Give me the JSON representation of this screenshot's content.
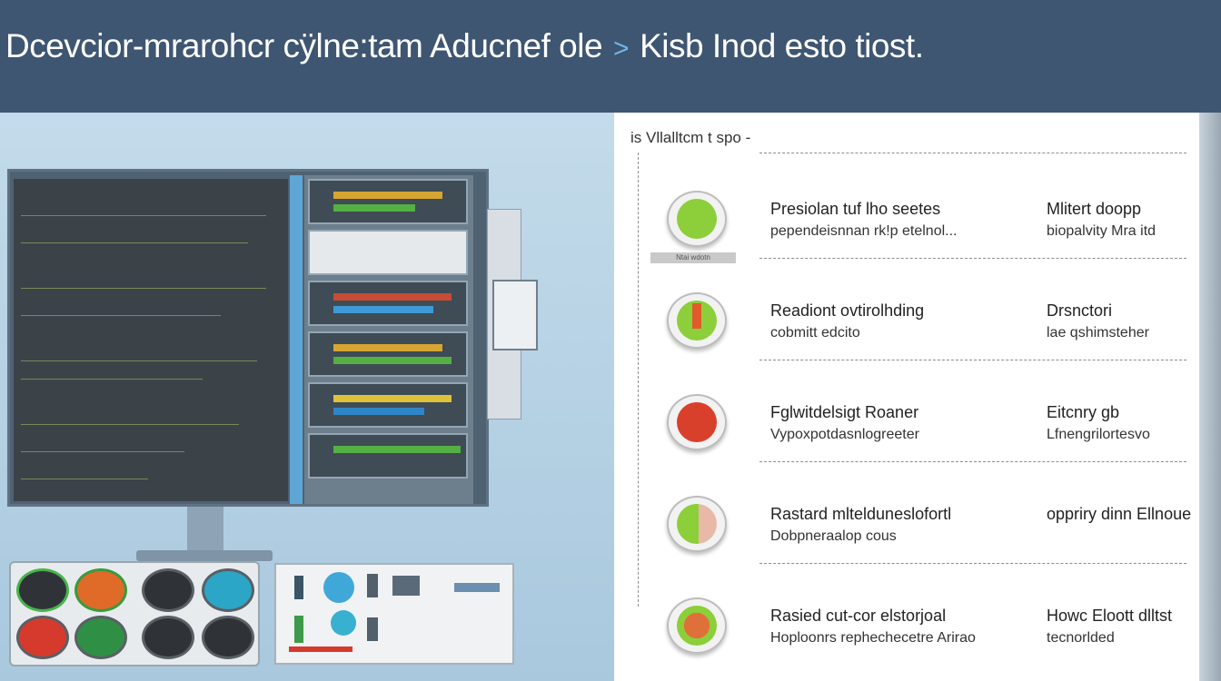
{
  "header": {
    "title_left": "Dcevcior-mrarohcr cÿlne:tam Aducnef ole",
    "separator": ">",
    "title_right": "Kisb Inod esto tiost."
  },
  "panel": {
    "header": "is Vllalltcm t spo -",
    "items": [
      {
        "line1": "Presiolan tuf lho seetes",
        "line2": "pependeisnnan rk!p etelnol...",
        "right1": "Mlitert doopp",
        "right2": "biopalvity Mra itd",
        "tag": "Ntai wdotn",
        "icon": "green-leaf-icon"
      },
      {
        "line1": "Readiont ovtirolhding",
        "line2": "cobmitt edcito",
        "right1": "Drsnctori",
        "right2": "lae qshimsteher",
        "tag": "",
        "icon": "green-red-bar-icon"
      },
      {
        "line1": "Fglwitdelsigt Roaner",
        "line2": "Vypoxpotdasnlogreeter",
        "right1": "Eitcnry gb",
        "right2": "Lfnengrilortesvo",
        "tag": "",
        "icon": "red-flame-icon"
      },
      {
        "line1": "Rastard mltelduneslofortl",
        "line2": "Dobpneraalop cous",
        "right1": "oppriry dinn Ellnoue",
        "right2": "",
        "tag": "",
        "icon": "green-split-icon"
      },
      {
        "line1": "Rasied cut-cor elstorjoal",
        "line2": "Hoploonrs rephechecetre Arirao",
        "right1": "Howc Eloott dlltst",
        "right2": "tecnorlded",
        "tag": "",
        "icon": "green-orange-icon"
      }
    ]
  },
  "colors": {
    "header_bg": "#3e5671",
    "accent": "#6fb7e6",
    "icon_green": "#8ccf3a",
    "icon_red": "#d9402b"
  }
}
